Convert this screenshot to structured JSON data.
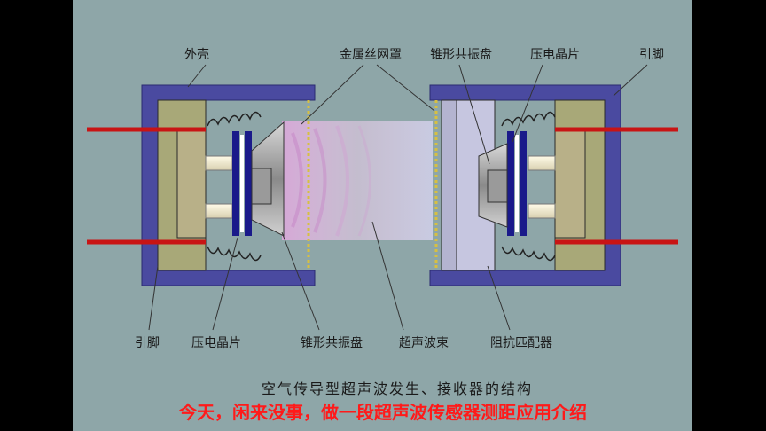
{
  "labels": {
    "shell": "外壳",
    "mesh_cover": "金属丝网罩",
    "cone_top": "锥形共振盘",
    "piezo_top": "压电晶片",
    "pin_top": "引脚",
    "pin_bottom": "引脚",
    "piezo_bottom": "压电晶片",
    "cone_bottom": "锥形共振盘",
    "beam": "超声波束",
    "matcher": "阻抗匹配器"
  },
  "caption": "空气传导型超声波发生、接收器的结构",
  "subtitle": "今天，闲来没事，做一段超声波传感器测距应用介绍",
  "colors": {
    "background": "#8ea6a8",
    "shell": "#4a4aa0",
    "housing_fill": "#a8a878",
    "pin_wire": "#c81414",
    "subtitle": "#ff1a1a"
  }
}
